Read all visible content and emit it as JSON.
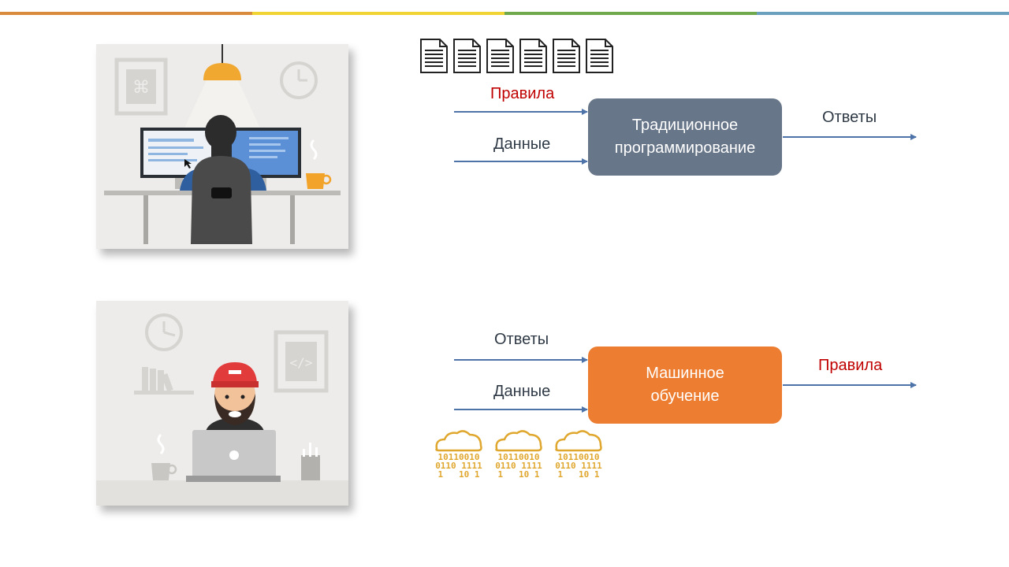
{
  "colors": {
    "top_bar": [
      "#d98a3a",
      "#f2d334",
      "#6fa94c",
      "#6a9fbd"
    ],
    "traditional_box": "#687689",
    "ml_box": "#ec7d31",
    "arrow": "#4d73a8",
    "rules_label": "#c00000",
    "data_label": "#2f3a46",
    "cloud": "#e0a72f"
  },
  "traditional": {
    "illustration_icon": "developer-at-desktop-illustration",
    "docs_icon": "document-icon",
    "docs_count": 6,
    "input_top_label": "Правила",
    "input_bottom_label": "Данные",
    "box_line1": "Традиционное",
    "box_line2": "программирование",
    "output_label": "Ответы"
  },
  "ml": {
    "illustration_icon": "developer-with-laptop-illustration",
    "cloud_icon": "data-cloud-icon",
    "cloud_count": 3,
    "cloud_binary": [
      "10110010",
      "0110 1111",
      "1   10 1"
    ],
    "input_top_label": "Ответы",
    "input_bottom_label": "Данные",
    "box_line1": "Машинное",
    "box_line2": "обучение",
    "output_label": "Правила"
  }
}
